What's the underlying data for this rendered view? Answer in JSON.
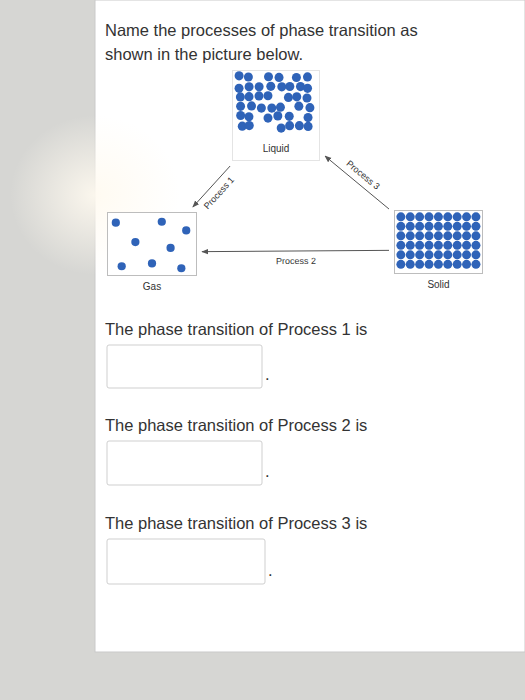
{
  "diagram": {
    "title": "Name the processes of phase transition as shown in the picture below.",
    "nodes": [
      {
        "text": [
          "Liquid"
        ]
      },
      {
        "text": [
          "Gas"
        ]
      },
      {
        "text": [
          "Solid"
        ]
      }
    ],
    "edges": [
      {
        "from": 0,
        "to": 1,
        "label": "Process 1",
        "arrow": "to"
      },
      {
        "from": 2,
        "to": 1,
        "label": "Process 2",
        "arrow": "to"
      },
      {
        "from": 2,
        "to": 0,
        "label": "Process 3",
        "arrow": "to"
      }
    ],
    "labels": [
      "The phase transition of Process 1 is",
      ".",
      "The phase transition of Process 2 is",
      ".",
      "The phase transition of Process 3 is",
      "."
    ]
  }
}
